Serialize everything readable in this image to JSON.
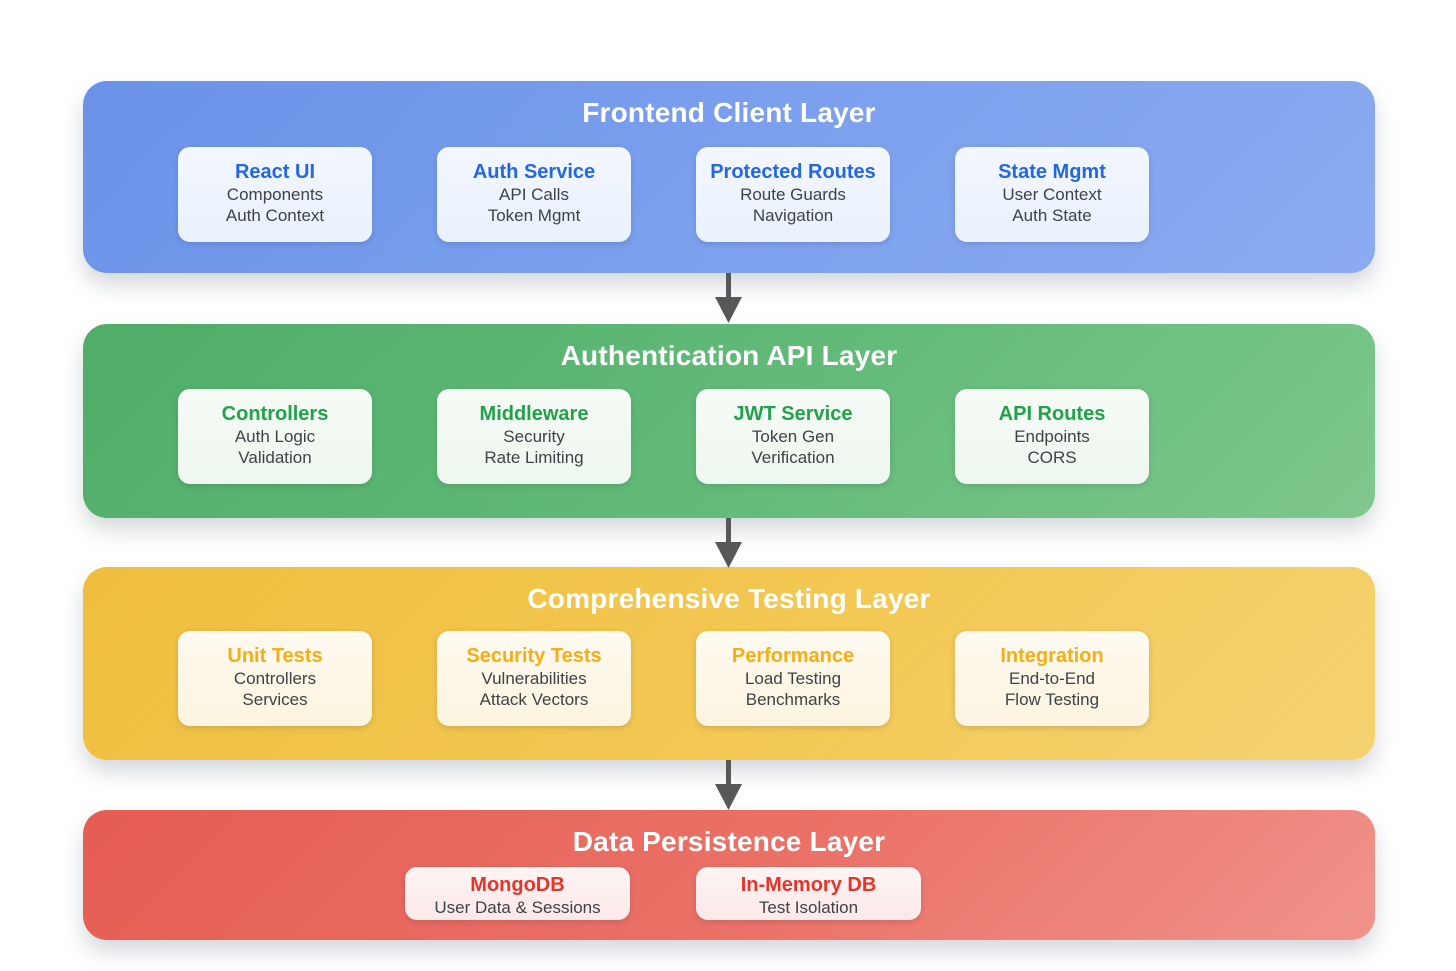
{
  "diagram": {
    "layers": [
      {
        "title": "Frontend Client Layer",
        "theme": "blue",
        "cards": [
          {
            "title": "React UI",
            "lines": [
              "Components",
              "Auth Context"
            ]
          },
          {
            "title": "Auth Service",
            "lines": [
              "API Calls",
              "Token Mgmt"
            ]
          },
          {
            "title": "Protected Routes",
            "lines": [
              "Route Guards",
              "Navigation"
            ]
          },
          {
            "title": "State Mgmt",
            "lines": [
              "User Context",
              "Auth State"
            ]
          }
        ]
      },
      {
        "title": "Authentication API Layer",
        "theme": "green",
        "cards": [
          {
            "title": "Controllers",
            "lines": [
              "Auth Logic",
              "Validation"
            ]
          },
          {
            "title": "Middleware",
            "lines": [
              "Security",
              "Rate Limiting"
            ]
          },
          {
            "title": "JWT Service",
            "lines": [
              "Token Gen",
              "Verification"
            ]
          },
          {
            "title": "API Routes",
            "lines": [
              "Endpoints",
              "CORS"
            ]
          }
        ]
      },
      {
        "title": "Comprehensive Testing Layer",
        "theme": "yellow",
        "cards": [
          {
            "title": "Unit Tests",
            "lines": [
              "Controllers",
              "Services"
            ]
          },
          {
            "title": "Security Tests",
            "lines": [
              "Vulnerabilities",
              "Attack Vectors"
            ]
          },
          {
            "title": "Performance",
            "lines": [
              "Load Testing",
              "Benchmarks"
            ]
          },
          {
            "title": "Integration",
            "lines": [
              "End-to-End",
              "Flow Testing"
            ]
          }
        ]
      },
      {
        "title": "Data Persistence Layer",
        "theme": "red",
        "cards": [
          {
            "title": "MongoDB",
            "lines": [
              "User Data & Sessions"
            ]
          },
          {
            "title": "In-Memory DB",
            "lines": [
              "Test Isolation"
            ]
          }
        ]
      }
    ],
    "colors": {
      "layer_blue": "#7da1ee",
      "layer_green": "#63bb79",
      "layer_yellow": "#f3c854",
      "layer_red": "#eb7268",
      "accent_blue": "#2367e4",
      "accent_green": "#21a24a",
      "accent_yellow": "#f6ae14",
      "accent_red": "#e5352a",
      "card_text": "#3d4347",
      "layer_title_text": "#ffffff",
      "arrow": "#58585a"
    }
  }
}
